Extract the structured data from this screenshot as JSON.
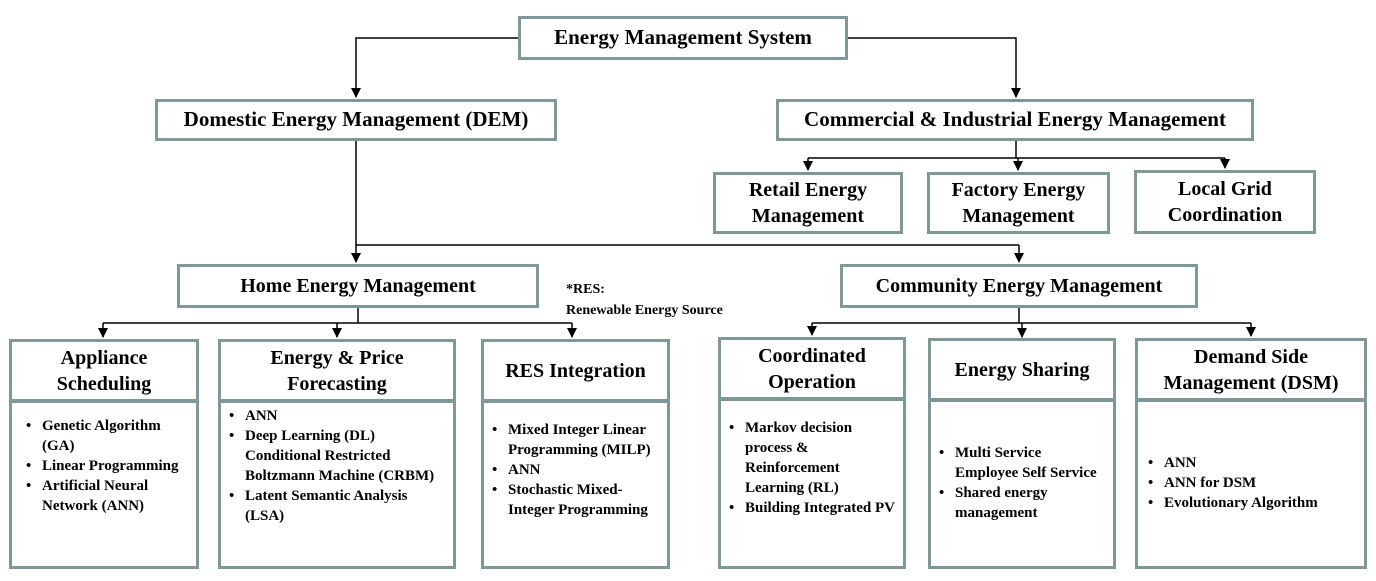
{
  "root": "Energy Management System",
  "domestic": "Domestic Energy Management (DEM)",
  "commercial": "Commercial & Industrial Energy Management",
  "commercial_children": [
    "Retail Energy Management",
    "Factory Energy Management",
    "Local Grid Coordination"
  ],
  "home": "Home Energy Management",
  "community": "Community Energy Management",
  "note": {
    "line1": "*RES:",
    "line2": "Renewable Energy Source"
  },
  "home_children": [
    {
      "title": "Appliance Scheduling",
      "items": [
        "Genetic Algorithm (GA)",
        "Linear Programming",
        "Artificial Neural Network (ANN)"
      ]
    },
    {
      "title": "Energy & Price Forecasting",
      "items": [
        "ANN",
        "Deep Learning (DL) Conditional Restricted Boltzmann Machine (CRBM)",
        "Latent Semantic Analysis (LSA)"
      ]
    },
    {
      "title": "RES Integration",
      "items": [
        "Mixed Integer Linear Programming (MILP)",
        "ANN",
        "Stochastic Mixed-Integer Programming"
      ]
    }
  ],
  "community_children": [
    {
      "title": "Coordinated Operation",
      "items": [
        "Markov decision process & Reinforcement Learning (RL)",
        "Building Integrated PV"
      ]
    },
    {
      "title": "Energy Sharing",
      "items": [
        "Multi Service Employee Self Service",
        "Shared energy management"
      ]
    },
    {
      "title": "Demand Side Management (DSM)",
      "items": [
        "ANN",
        "ANN for DSM",
        "Evolutionary Algorithm"
      ]
    }
  ]
}
